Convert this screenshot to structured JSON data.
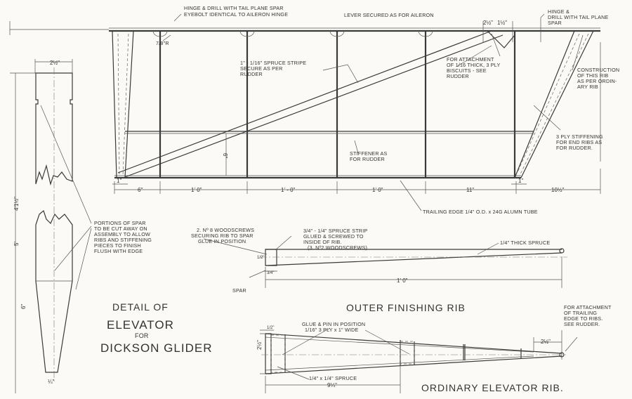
{
  "title": {
    "line1": "DETAIL OF",
    "line2": "ELEVATOR",
    "line3": "FOR",
    "line4": "DICKSON GLIDER"
  },
  "elevator_notes": {
    "hinge_left_1": "HINGE & DRILL WITH TAIL PLANE SPAR",
    "hinge_left_2": "EYEBOLT IDENTICAL TO AILERON HINGE",
    "lever": "LEVER SECURED AS FOR AILERON",
    "hinge_right_1": "HINGE &",
    "hinge_right_2": "DRILL WITH TAIL PLANE",
    "hinge_right_3": "SPAR",
    "radius": "7/8\"R",
    "strip_1": "1\" - 1/16\" SPRUCE STRIPE",
    "strip_2": "SECURE AS PER",
    "strip_3": "RUDDER",
    "attach_1": "FOR ATTACHMENT",
    "attach_2": "OF 1/16 THICK, 3 PLY",
    "attach_3": "BISCUITS - SEE",
    "attach_4": "RUDDER",
    "construction_1": "CONSTRUCTION",
    "construction_2": "OF THIS RIB",
    "construction_3": "AS PER ORDIN-",
    "construction_4": "ARY RIB",
    "stiffening_1": "3 PLY STIFFENING",
    "stiffening_2": "FOR END RIBS AS",
    "stiffening_3": "FOR RUDDER.",
    "stiffener_1": "STIFFENER AS",
    "stiffener_2": "FOR RUDDER",
    "trailing_edge": "TRAILING EDGE 1/4\" O.D. x 24G ALUMN TUBE"
  },
  "elevator_dims": {
    "lever_a": "2½\"",
    "lever_b": "1½\"",
    "height": "6\"",
    "end_left": "1\"",
    "end_right": "1\"",
    "spans": [
      "6\"",
      "1'  0\"",
      "1' - 0\"",
      "1'  0\"",
      "11\"",
      "10½\""
    ]
  },
  "spar_detail": {
    "width": "2½\"",
    "total": "4'1½\"",
    "mid": "5'",
    "lower": "6\"",
    "tip": "¼\"",
    "note_1": "PORTIONS OF SPAR",
    "note_2": "TO BE CUT AWAY ON",
    "note_3": "ASSEMBLY TO ALLOW",
    "note_4": "RIBS AND STIFFENING",
    "note_5": "PIECES TO FINISH",
    "note_6": "FLUSH WITH EDGE"
  },
  "outer_rib": {
    "title": "OUTER FINISHING RIB",
    "screws_1": "2. Nº 8 WOODSCREWS",
    "screws_2": "SECURING RIB TO SPAR",
    "screws_3": "GLUE IN POSITION",
    "strip_1": "3/4\" - 1/4\" SPRUCE STRIP",
    "strip_2": "GLUED & SCREWED TO",
    "strip_3": "INSIDE OF RIB.",
    "strip_4": "(3. Nº2 WOODSCREWS)",
    "thick": "1/4\" THICK SPRUCE",
    "spar": "SPAR",
    "height": "1/2\"",
    "spar_w": "3/4\"",
    "length": "1'    0\""
  },
  "ordinary_rib": {
    "title": "ORDINARY ELEVATOR RIB.",
    "glue_1": "GLUE & PIN IN POSITION",
    "glue_2": "1/16\" 3 PLY x 1\" WIDE",
    "spruce": "1/4\" x 1/4\" SPRUCE",
    "height": "2½\"",
    "front": "1/2\"",
    "len": "9¼\"",
    "tail": "2½\"",
    "attach_1": "FOR ATTACHMENT",
    "attach_2": "OF TRAILING",
    "attach_3": "EDGE TO RIBS.",
    "attach_4": "SEE RUDDER."
  }
}
